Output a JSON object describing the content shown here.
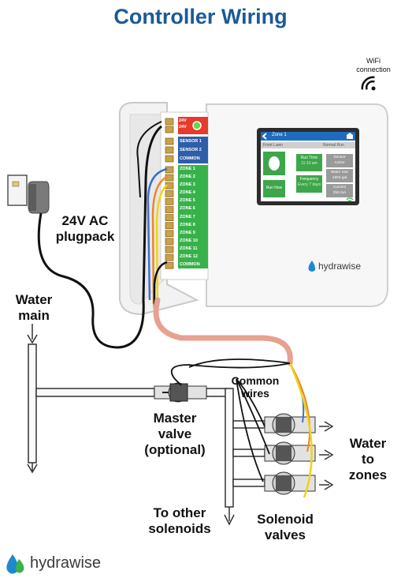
{
  "title": "Controller Wiring",
  "wifi_label_line1": "WiFi",
  "wifi_label_line2": "connection",
  "terminals": {
    "power": [
      "24V",
      "24V"
    ],
    "sensor": [
      "SENSOR 1",
      "SENSOR 2",
      "COMMON"
    ],
    "zones": [
      "ZONE 1",
      "ZONE 2",
      "ZONE 3",
      "ZONE 4",
      "ZONE 5",
      "ZONE 6",
      "ZONE 7",
      "ZONE 8",
      "ZONE 9",
      "ZONE 10",
      "ZONE 11",
      "ZONE 12",
      "COMMON"
    ]
  },
  "screen": {
    "header": "Zone 1",
    "prev_label": "Front Lawn",
    "next_label": "Normal Run",
    "run_time_label": "Run Time",
    "run_time_value": "11:10 am",
    "sensor_label": "Sensor",
    "sensor_value": "Active",
    "frequency_label": "Frequency",
    "frequency_value": "Every 7 days",
    "water_use_label": "Water Use",
    "water_use_value": "1904 gal",
    "current_label": "Current",
    "current_value": "252 mA",
    "run_now": "Run Now"
  },
  "brand": "hydrawise",
  "labels": {
    "plugpack_line1": "24V AC",
    "plugpack_line2": "plugpack",
    "water_main_line1": "Water",
    "water_main_line2": "main",
    "common_wires_line1": "Common",
    "common_wires_line2": "wires",
    "master_valve_line1": "Master",
    "master_valve_line2": "valve",
    "master_valve_line3": "(optional)",
    "water_zones_line1": "Water",
    "water_zones_line2": "to",
    "water_zones_line3": "zones",
    "other_solenoids_line1": "To other",
    "other_solenoids_line2": "solenoids",
    "solenoid_valves_line1": "Solenoid",
    "solenoid_valves_line2": "valves"
  },
  "colors": {
    "title": "#1a5a9a",
    "terminal_power": "#e53a2c",
    "terminal_sensor": "#2e5ea8",
    "terminal_zone": "#37b24a",
    "cable_sheath": "#e8a090",
    "wire_blue": "#3a6fd0",
    "wire_orange": "#e8882a",
    "wire_yellow": "#f2d21a"
  }
}
